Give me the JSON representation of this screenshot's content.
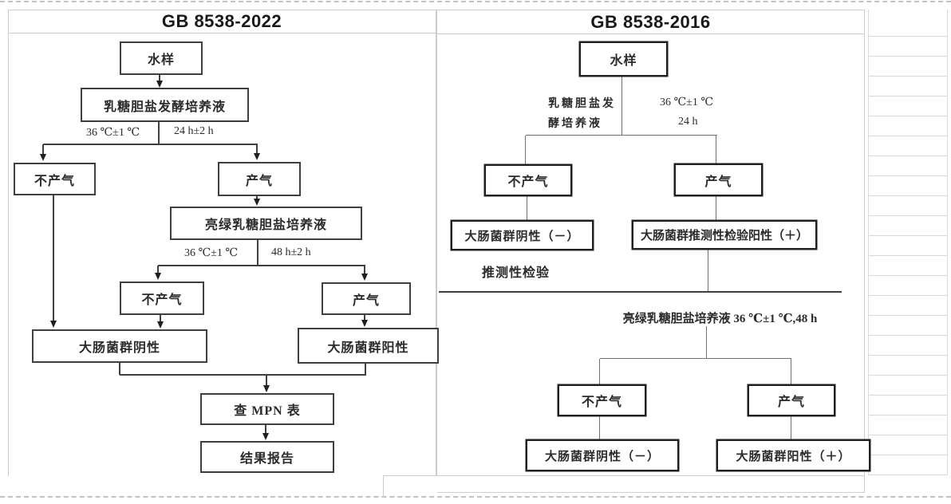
{
  "left_chart": {
    "title": "GB 8538-2022",
    "nodes": {
      "sample": "水样",
      "lactose_broth": "乳糖胆盐发酵培养液",
      "no_gas_1": "不产气",
      "gas_1": "产气",
      "brilliant_green_broth": "亮绿乳糖胆盐培养液",
      "no_gas_2": "不产气",
      "gas_2": "产气",
      "coliform_negative": "大肠菌群阴性",
      "coliform_positive": "大肠菌群阳性",
      "mpn_table": "查 MPN 表",
      "result_report": "结果报告"
    },
    "labels": {
      "temp_1": "36 ℃±1 ℃",
      "time_1": "24 h±2 h",
      "temp_2": "36 ℃±1 ℃",
      "time_2": "48 h±2 h"
    }
  },
  "right_chart": {
    "title": "GB 8538-2016",
    "nodes": {
      "sample": "水样",
      "no_gas_1": "不产气",
      "gas_1": "产气",
      "negative_presumptive": "大肠菌群阴性（－）",
      "positive_presumptive": "大肠菌群推测性检验阳性（＋）",
      "no_gas_2": "不产气",
      "gas_2": "产气",
      "negative_final": "大肠菌群阴性（－）",
      "positive_final": "大肠菌群阳性（＋）"
    },
    "labels": {
      "medium_line1": "乳糖胆盐发",
      "medium_line2": "酵培养液",
      "temp": "36 ℃±1 ℃",
      "time": "24 h",
      "presumptive_test": "推测性检验",
      "confirm_step": "亮绿乳糖胆盐培养液 36 ℃±1 ℃,48 h"
    }
  }
}
